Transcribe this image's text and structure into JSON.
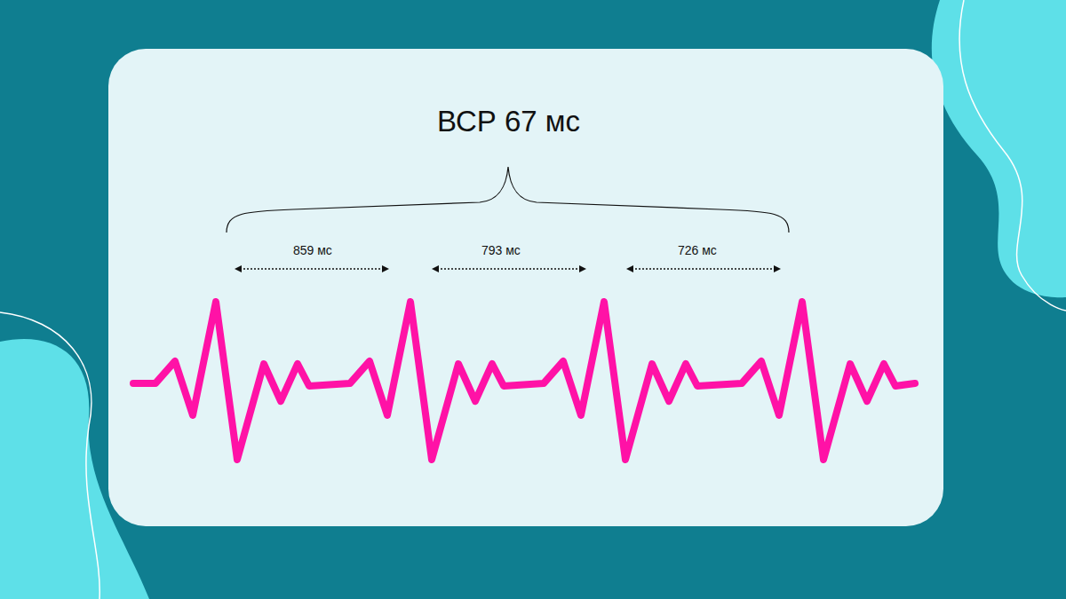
{
  "diagram": {
    "title": "ВСР 67 мс",
    "labels": [
      "859 мс",
      "793 мс",
      "726 мс"
    ]
  }
}
